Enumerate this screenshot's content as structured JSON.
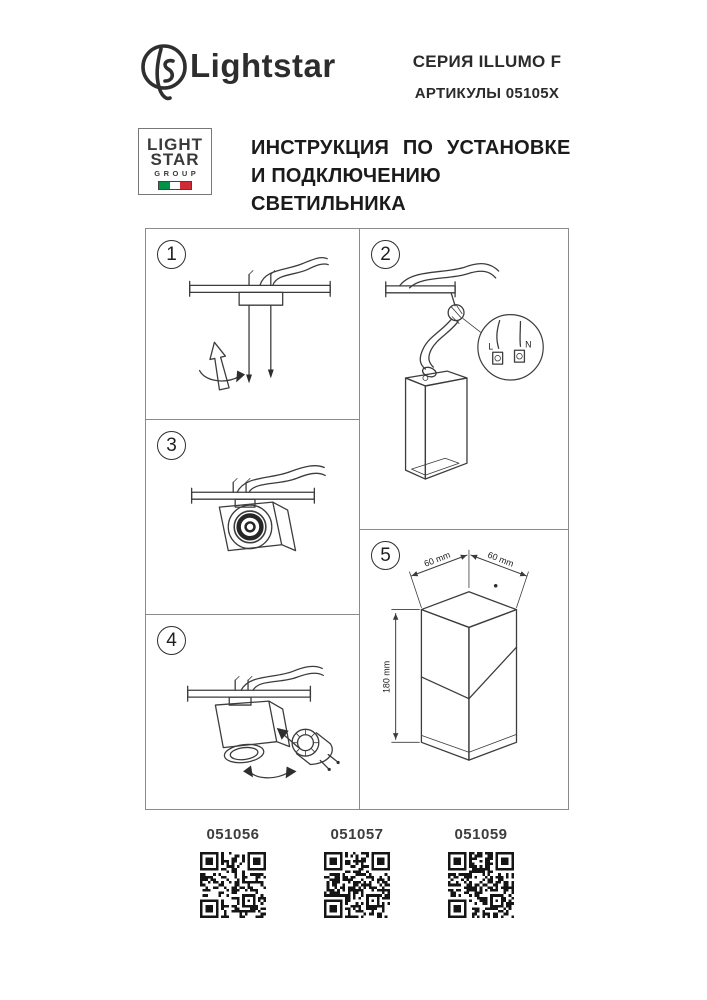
{
  "header": {
    "brand": "Lightstar",
    "series": "СЕРИЯ ILLUMO F",
    "articles": "АРТИКУЛЫ 05105X"
  },
  "group_logo": {
    "line1": "LIGHT",
    "line2": "STAR",
    "line3": "GROUP"
  },
  "title": {
    "line1": "ИНСТРУКЦИЯ ПО УСТАНОВКЕ",
    "line2": "И ПОДКЛЮЧЕНИЮ СВЕТИЛЬНИКА"
  },
  "steps": {
    "s1": {
      "number": "1"
    },
    "s2": {
      "number": "2",
      "terminal_l": "L",
      "terminal_n": "N"
    },
    "s3": {
      "number": "3"
    },
    "s4": {
      "number": "4"
    },
    "s5": {
      "number": "5",
      "dim_width": "60 mm",
      "dim_depth": "60 mm",
      "dim_height": "180 mm"
    }
  },
  "qr_codes": [
    {
      "label": "051056"
    },
    {
      "label": "051057"
    },
    {
      "label": "051059"
    }
  ],
  "colors": {
    "line": "#3c3c3c",
    "border": "#8b8b8b",
    "flag_green": "#009246",
    "flag_white": "#ffffff",
    "flag_red": "#ce2b37"
  }
}
